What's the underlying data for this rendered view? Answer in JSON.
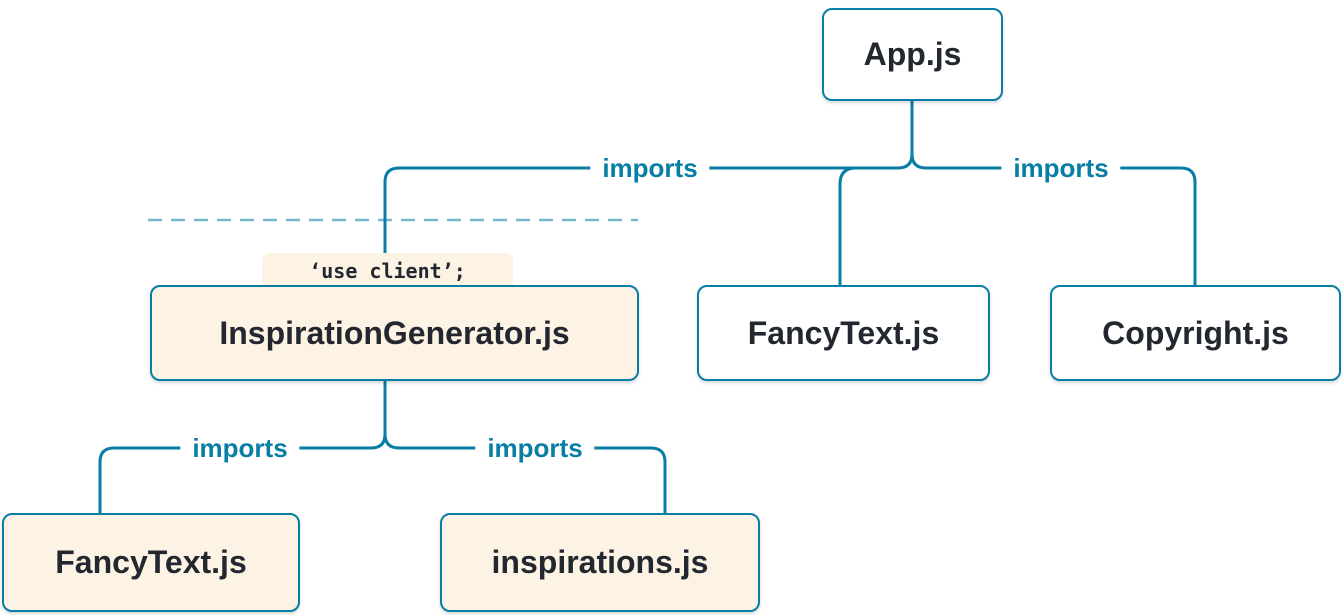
{
  "page": {
    "background_color": "#ffffff"
  },
  "diagram": {
    "accent_color": "#087ea4",
    "client_box_fill": "#fdf3e4",
    "server_box_fill": "#ffffff",
    "text_color": "#23272f",
    "nodes": {
      "app": {
        "label": "App.js"
      },
      "inspiration_generator": {
        "label": "InspirationGenerator.js",
        "directive": "‘use client’;"
      },
      "fancy_text_top": {
        "label": "FancyText.js"
      },
      "copyright": {
        "label": "Copyright.js"
      },
      "fancy_text_bottom": {
        "label": "FancyText.js"
      },
      "inspirations": {
        "label": "inspirations.js"
      }
    },
    "edge_labels": {
      "app_to_inspiration_generator": "imports",
      "app_to_copyright": "imports",
      "generator_to_fancy_text": "imports",
      "generator_to_inspirations": "imports"
    }
  }
}
